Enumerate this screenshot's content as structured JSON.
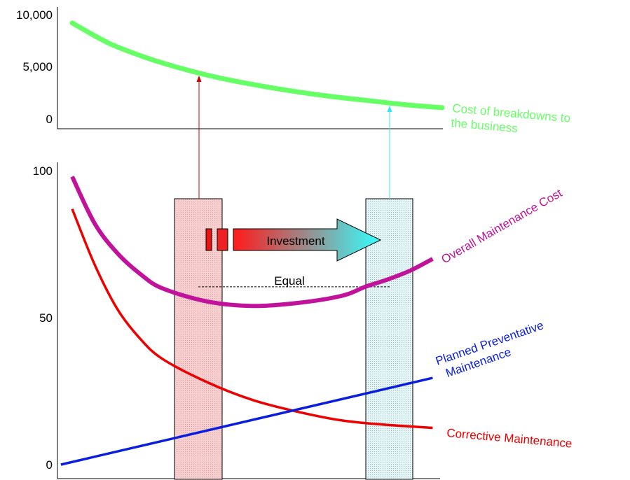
{
  "colors": {
    "breakdown": "#66ff66",
    "overall": "#c0129a",
    "preventive": "#0a1ee0",
    "corrective": "#ee0000",
    "red_bar_fill": "#f4c2c2",
    "cyan_bar_fill": "#d8f1f3",
    "red_arrow": "#cc0000",
    "cyan_arrow": "#33e5f2",
    "investment_start": "#ff1a1a",
    "investment_end": "#33ffff"
  },
  "chart_data": [
    {
      "type": "line",
      "yticks": [
        "10,000",
        "5,000",
        "0"
      ],
      "series": [
        {
          "name": "Cost of breakdowns to the business",
          "label_lines": [
            "Cost of breakdowns to",
            "the business"
          ],
          "color": "#66ff66",
          "points": [
            [
              0,
              9400
            ],
            [
              1,
              7400
            ],
            [
              2,
              6000
            ],
            [
              3,
              4900
            ],
            [
              4,
              4000
            ],
            [
              5,
              3300
            ],
            [
              6,
              2700
            ],
            [
              7,
              2200
            ],
            [
              8,
              1800
            ],
            [
              9,
              1400
            ],
            [
              10,
              1100
            ]
          ]
        }
      ]
    },
    {
      "type": "line",
      "yticks": [
        "100",
        "50",
        "0"
      ],
      "series": [
        {
          "name": "Overall Maintenance Cost",
          "label_lines": [
            "Overall Maintenance Cost"
          ],
          "color": "#c0129a",
          "points": [
            [
              0,
              98
            ],
            [
              0.5,
              82
            ],
            [
              1,
              72
            ],
            [
              1.5,
              65
            ],
            [
              2,
              60
            ],
            [
              3,
              55.5
            ],
            [
              4,
              54
            ],
            [
              5,
              55
            ],
            [
              6,
              57.5
            ],
            [
              6.5,
              60.5
            ],
            [
              7,
              63
            ],
            [
              7.5,
              66
            ],
            [
              8,
              70
            ]
          ]
        },
        {
          "name": "Corrective Maintenance",
          "label_lines": [
            "Corrective Maintenance"
          ],
          "color": "#ee0000",
          "points": [
            [
              0,
              87
            ],
            [
              0.5,
              68
            ],
            [
              1,
              53
            ],
            [
              1.5,
              43
            ],
            [
              2,
              36
            ],
            [
              3,
              28
            ],
            [
              4,
              22
            ],
            [
              5,
              18
            ],
            [
              6,
              15
            ],
            [
              7,
              13.5
            ],
            [
              8,
              12.5
            ]
          ]
        },
        {
          "name": "Planned Preventative Maintenance",
          "label_lines": [
            "Planned Preventative",
            "Maintenance"
          ],
          "color": "#0a1ee0",
          "points": [
            [
              -0.25,
              0
            ],
            [
              8,
              29.5
            ]
          ]
        }
      ],
      "annotations": {
        "investment_label": "Investment",
        "equal_label": "Equal",
        "equal_level": 60.5
      }
    }
  ]
}
